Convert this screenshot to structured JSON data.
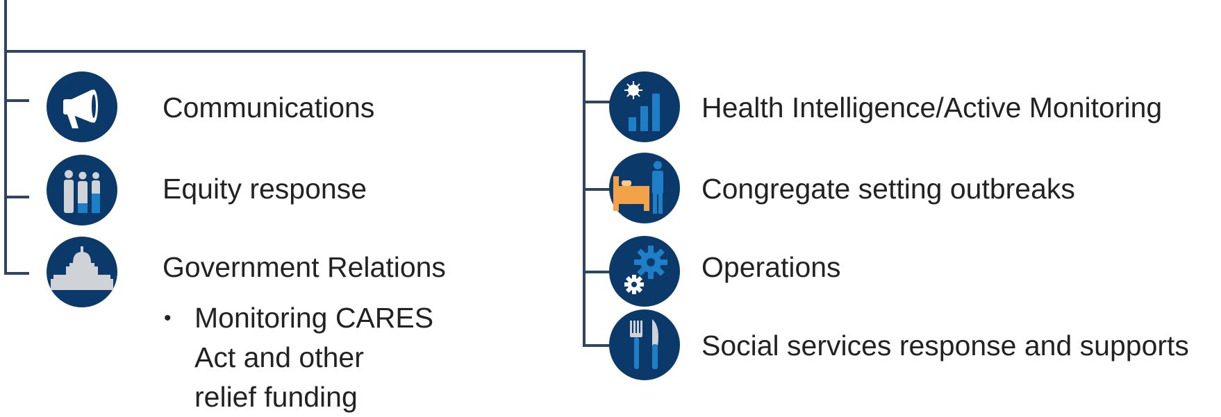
{
  "colors": {
    "icon_bg": "#0b3a6a",
    "accent_blue": "#1f7fc6",
    "grey": "#cfd3d8",
    "orange": "#f4a24a",
    "line": "#2f4462"
  },
  "left": {
    "items": [
      {
        "label": "Communications",
        "icon": "megaphone-icon"
      },
      {
        "label": "Equity response",
        "icon": "people-equity-icon"
      },
      {
        "label": "Government Relations",
        "icon": "capitol-building-icon"
      }
    ],
    "sub_bullet": {
      "marker": "•",
      "lines": [
        "Monitoring CARES",
        "Act and other",
        "relief funding"
      ]
    }
  },
  "right": {
    "items": [
      {
        "label": "Health Intelligence/Active Monitoring",
        "icon": "virus-bar-chart-icon"
      },
      {
        "label": "Congregate setting outbreaks",
        "icon": "bed-person-icon"
      },
      {
        "label": "Operations",
        "icon": "gears-icon"
      },
      {
        "label": "Social services response and supports",
        "icon": "fork-knife-icon"
      }
    ]
  }
}
